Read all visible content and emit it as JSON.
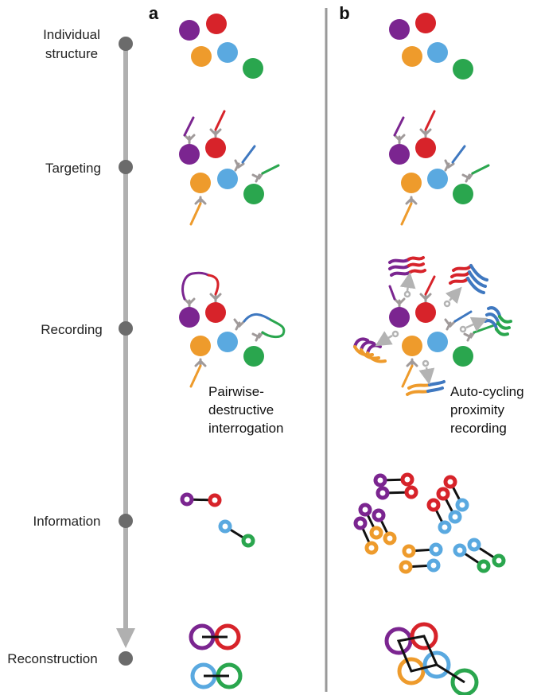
{
  "panels": [
    "a",
    "b"
  ],
  "stages": [
    "Individual",
    "structure",
    "Targeting",
    "Recording",
    "Information",
    "Reconstruction"
  ],
  "notes": {
    "a": [
      "Pairwise-",
      "destructive",
      "interrogation"
    ],
    "b": [
      "Auto-cycling",
      "proximity",
      "recording"
    ]
  },
  "colors": {
    "purple": "#7b2590",
    "red": "#d7232a",
    "orange": "#ee9b2c",
    "blue": "#5aa9e0",
    "green": "#2aa64e",
    "arrow": "#aaaaaa",
    "node": "#6b6b6b",
    "antibody": "#a09a9a",
    "divider": "#999999"
  }
}
